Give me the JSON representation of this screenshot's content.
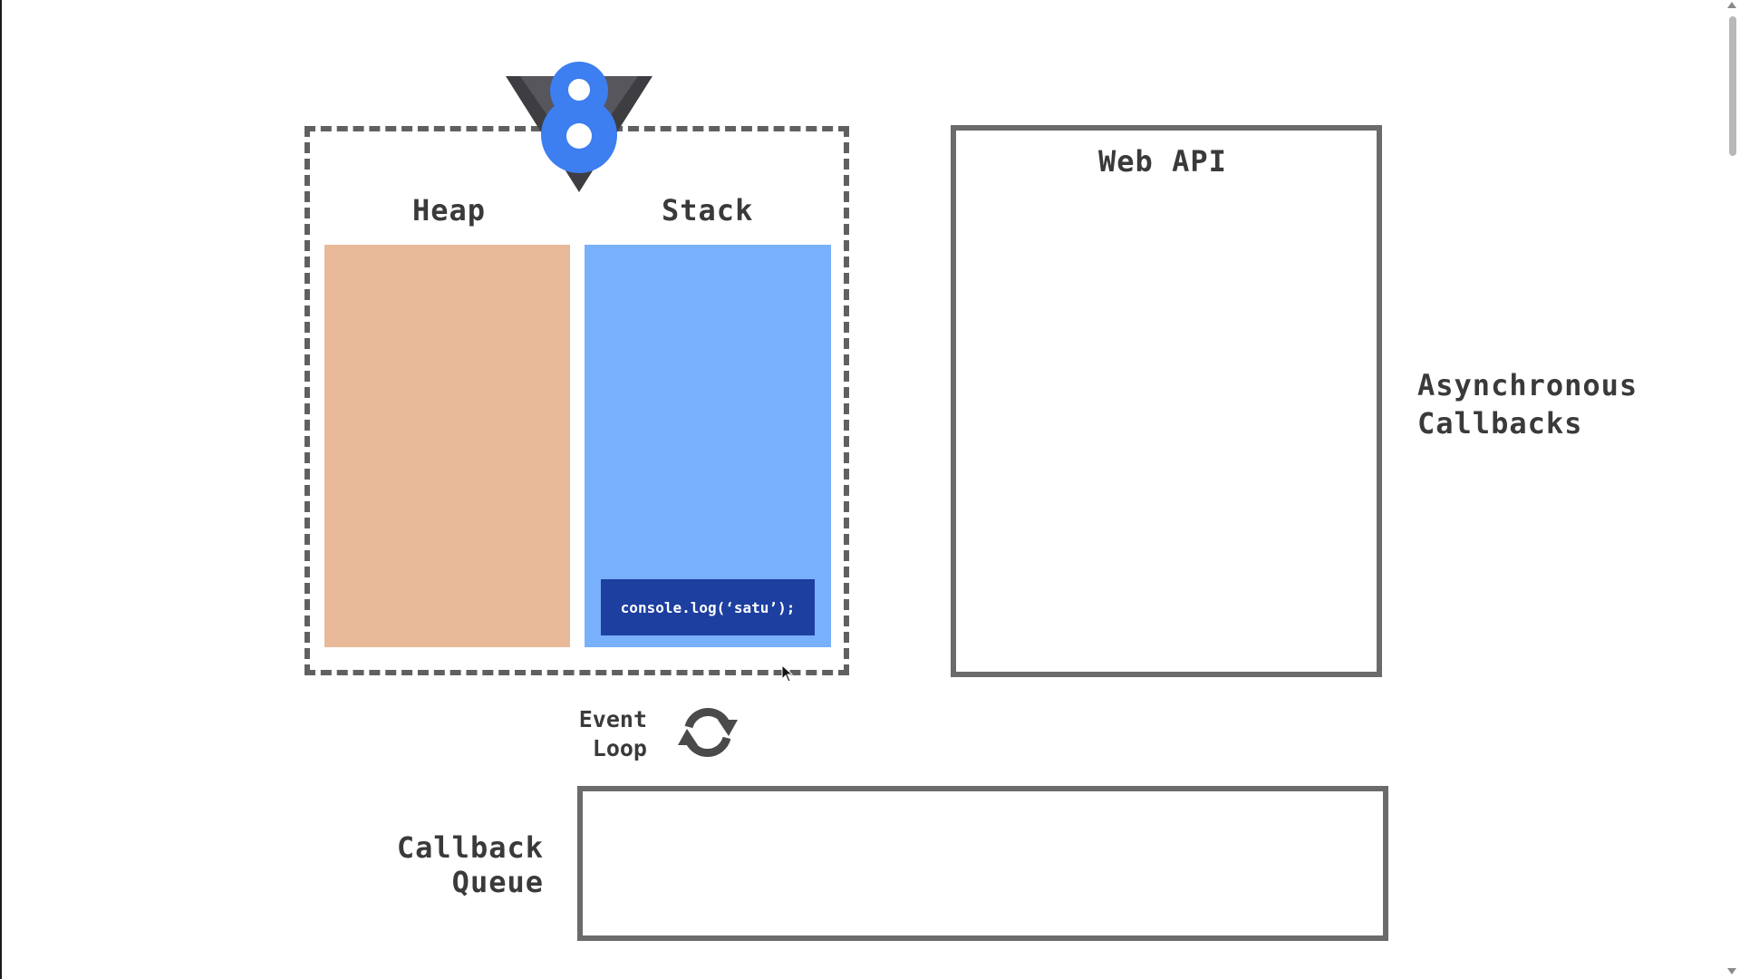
{
  "engine": {
    "logo_text": "V8",
    "heap_label": "Heap",
    "stack_label": "Stack",
    "stack_frames": [
      "console.log(‘satu’);"
    ]
  },
  "web_api": {
    "title": "Web API"
  },
  "async_callbacks": {
    "line1": "Asynchronous",
    "line2": "Callbacks"
  },
  "event_loop": {
    "line1": "Event",
    "line2": "Loop",
    "icon": "refresh-icon"
  },
  "callback_queue": {
    "line1": "Callback",
    "line2": "Queue"
  },
  "colors": {
    "heap": "#e8b998",
    "stack": "#78b0fc",
    "stack_frame": "#1c3fa0",
    "v8_blue": "#3d7ef0",
    "border_gray": "#6b6b6b"
  }
}
